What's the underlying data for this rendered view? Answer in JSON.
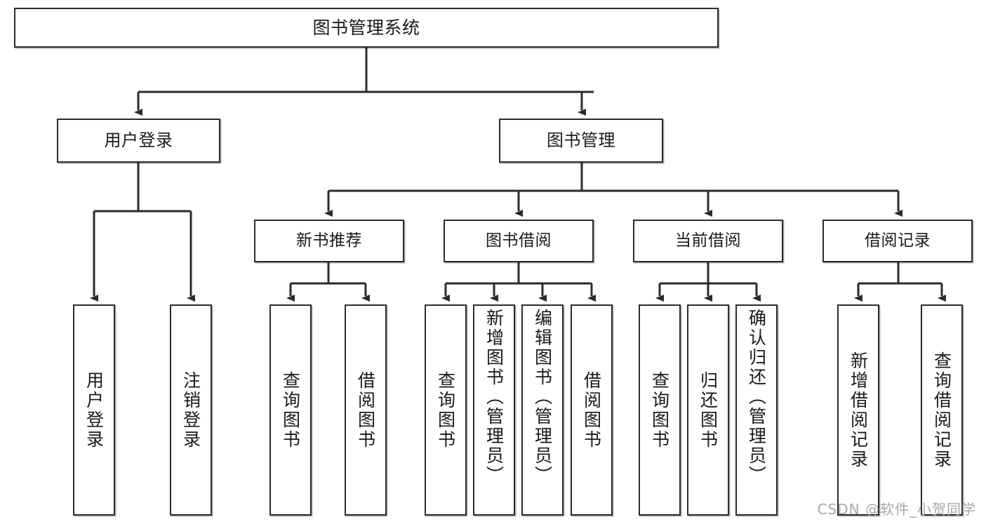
{
  "diagram": {
    "title": "图书管理系统",
    "type": "hierarchy-tree",
    "watermark": "CSDN @软件_小贺同学",
    "colors": {
      "box_border": "#2b2b2b",
      "box_fill": "#ffffff",
      "connector": "#2b2b2b",
      "watermark": "#a8a8a8",
      "page_background": "#ffffff"
    },
    "nodes": {
      "root": {
        "label": "图书管理系统",
        "level": 1
      },
      "l2": [
        {
          "id": "user-login",
          "label": "用户登录",
          "level": 2
        },
        {
          "id": "book-manage",
          "label": "图书管理",
          "level": 2
        }
      ],
      "l3": [
        {
          "id": "new-book-recommend",
          "label": "新书推荐",
          "level": 3,
          "parent": "book-manage"
        },
        {
          "id": "book-borrow",
          "label": "图书借阅",
          "level": 3,
          "parent": "book-manage"
        },
        {
          "id": "current-borrow",
          "label": "当前借阅",
          "level": 3,
          "parent": "book-manage"
        },
        {
          "id": "borrow-record",
          "label": "借阅记录",
          "level": 3,
          "parent": "book-manage"
        }
      ],
      "leaves": [
        {
          "id": "leaf-user-login",
          "label": "用户登录",
          "parent": "user-login"
        },
        {
          "id": "leaf-user-logout",
          "label": "注销登录",
          "parent": "user-login"
        },
        {
          "id": "leaf-recommend-query-book",
          "label": "查询图书",
          "parent": "new-book-recommend"
        },
        {
          "id": "leaf-recommend-borrow-book",
          "label": "借阅图书",
          "parent": "new-book-recommend"
        },
        {
          "id": "leaf-borrow-query-book",
          "label": "查询图书",
          "parent": "book-borrow"
        },
        {
          "id": "leaf-borrow-add-book",
          "label": "新增图书（管理员）",
          "parent": "book-borrow"
        },
        {
          "id": "leaf-borrow-edit-book",
          "label": "编辑图书（管理员）",
          "parent": "book-borrow"
        },
        {
          "id": "leaf-borrow-borrow-book",
          "label": "借阅图书",
          "parent": "book-borrow"
        },
        {
          "id": "leaf-current-query-book",
          "label": "查询图书",
          "parent": "current-borrow"
        },
        {
          "id": "leaf-current-return-book",
          "label": "归还图书",
          "parent": "current-borrow"
        },
        {
          "id": "leaf-current-confirm-return",
          "label": "确认归还（管理员）",
          "parent": "current-borrow"
        },
        {
          "id": "leaf-record-add",
          "label": "新增借阅记录",
          "parent": "borrow-record"
        },
        {
          "id": "leaf-record-query",
          "label": "查询借阅记录",
          "parent": "borrow-record"
        }
      ]
    }
  }
}
